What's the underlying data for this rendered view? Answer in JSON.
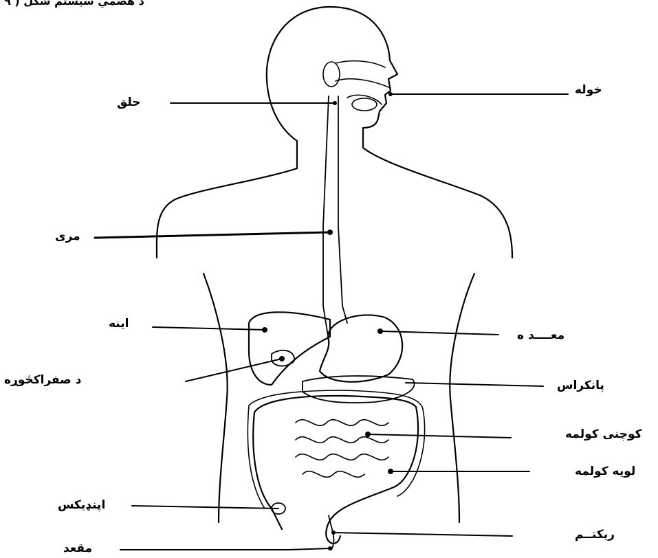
{
  "title": "د هضمي سیستم شکل ( ۹",
  "labels": {
    "mouth": "خوله",
    "pharynx": "حلق",
    "esophagus": "مری",
    "liver": "اینه",
    "stomach": "معــــد ه",
    "gallbladder": "د صفراکڅوړه",
    "pancreas": "پانکراس",
    "small_intestine": "کوچنی کولمه",
    "large_intestine": "لویه کولمه",
    "appendix": "اپنډیکس",
    "rectum": "ریکتــم",
    "anus": "مقعد"
  }
}
